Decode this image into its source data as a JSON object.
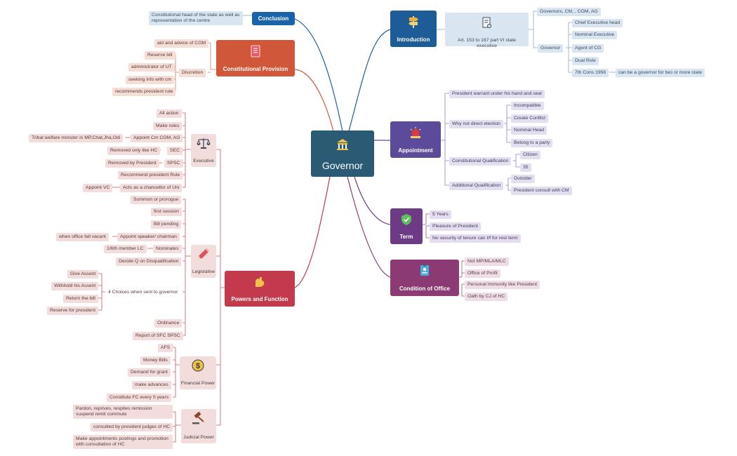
{
  "center": {
    "title": "Governor"
  },
  "introduction": {
    "label": "Introduction",
    "article": "Art. 153 to 167 part VI state executive",
    "top": "Governors, CM, , COM, AG",
    "governor": "Governor",
    "items": [
      "Chief Executive head",
      "Nominal Executive",
      "Agent of CG",
      "Dual Role",
      "7th Cons 1956"
    ],
    "seventh_note": "can be a governor for two or more state"
  },
  "appointment": {
    "label": "Appointment",
    "warrant": "President warrant under his hand and seal",
    "why": "Why not direct election",
    "why_items": [
      "Incompatible",
      "Create Conflict",
      "Nominal Head",
      "Belong to a party"
    ],
    "constitutional": "Constitutional Qualification",
    "const_items": [
      "Citizen",
      "35"
    ],
    "additional": "Additional Qualification",
    "add_items": [
      "Outsider",
      "President consult with CM"
    ]
  },
  "term": {
    "label": "Term",
    "items": [
      "5 Years",
      "Pleasure of President",
      "No security of tenure can t/f for rest term"
    ]
  },
  "condition": {
    "label": "Condition of Office",
    "items": [
      "Not MP/MLA/MLC",
      "Office of Profit",
      "Personal Immunity like President",
      "Oath by CJ of HC"
    ]
  },
  "conclusion": {
    "label": "Conclusion",
    "text": "Constitutional head of the state as well as representation of the centre"
  },
  "constitutional_provision": {
    "label": "Constitutional Provision",
    "aid": "aid and advice of COM",
    "discretion": "Discretion",
    "disc_items": [
      "Reserve bill",
      "administrator of UT",
      "seeking info with cm",
      "recommends president rule"
    ]
  },
  "powers": {
    "label": "Powers and Function",
    "executive": {
      "label": "Executive",
      "items": [
        "All action",
        "Make rules",
        "Appoint Cm COM, AG",
        "SEC",
        "SPSC",
        "Recommend president Rule",
        "Acts as a chancellor of Uni"
      ],
      "appoint_note": "Tribal welfare minister in MP,Chat,Jha,Odi",
      "sec_note": "Removed only like HC",
      "spsc_note": "Removed by President",
      "uni_note": "Appoint VC"
    },
    "legislative": {
      "label": "Legislative",
      "items": [
        "Summon or prorogue",
        "first session",
        "Bill pending",
        "Appoint speaker/ chairman",
        "Nominates",
        "Decide Q on Disqualification",
        "4 Choices when sent to governor",
        "Ordinance",
        "Report of SFC SPSC"
      ],
      "speaker_note": "when office fall vacant",
      "nominates_note": "1/6th member LC",
      "choices": [
        "Give Assent",
        "Withhold his Assent",
        "Return the bill",
        "Reserve for president"
      ]
    },
    "financial": {
      "label": "Financial Power",
      "items": [
        "AFS",
        "Money Bills",
        "Demand for grant",
        "make advances",
        "Constitute FC every 5 years"
      ]
    },
    "judicial": {
      "label": "Judicial Power",
      "items": [
        "Pardon, reprives, respites remission suspend remit commute",
        "consulted by president judges of HC",
        "Make appointments postings and promotion with consultation of HC"
      ]
    }
  },
  "colors": {
    "center": "#2a5a74",
    "introduction": "#1d5c96",
    "appointment": "#5c4a9a",
    "term": "#6d3a86",
    "condition": "#8c3a74",
    "conclusion": "#1a63a8",
    "constitutional": "#d0573a",
    "powers": "#c23a4c"
  }
}
